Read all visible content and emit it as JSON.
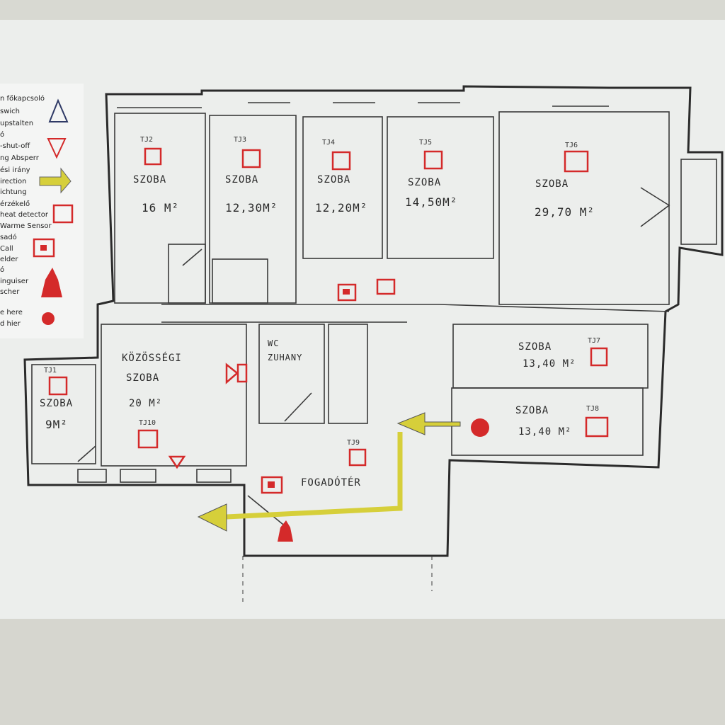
{
  "legend": [
    "n főkapcsoló",
    "swich",
    "upstalten",
    "ó",
    "-shut-off",
    "ng Absperr",
    "ési irány",
    "irection",
    "ichtung",
    "érzékelő",
    "heat detector",
    "Warme Sensor",
    "sadó",
    "Call",
    "elder",
    "ó",
    "inguiser",
    "scher",
    "e here",
    "d hier"
  ],
  "rooms": [
    {
      "name": "SZOBA",
      "area": "16 M²",
      "tag": "TJ2"
    },
    {
      "name": "SZOBA",
      "area": "12,30M²",
      "tag": "TJ3"
    },
    {
      "name": "SZOBA",
      "area": "12,20M²",
      "tag": "TJ4"
    },
    {
      "name": "SZOBA",
      "area": "14,50M²",
      "tag": "TJ5"
    },
    {
      "name": "SZOBA",
      "area": "29,70 M²",
      "tag": "TJ6"
    },
    {
      "name": "SZOBA",
      "area": "13,40 M²",
      "tag": "TJ7"
    },
    {
      "name": "SZOBA",
      "area": "13,40 M²",
      "tag": "TJ8"
    },
    {
      "name": "SZOBA",
      "area": "9M²",
      "tag": "TJ1"
    },
    {
      "name": "KÖZÖSSÉGI",
      "name2": "SZOBA",
      "area": "20 M²",
      "tag": "TJ10"
    },
    {
      "name": "WC",
      "name2": "ZUHANY"
    },
    {
      "name": "FOGADÓTÉR",
      "tag": "TJ9"
    }
  ],
  "colors": {
    "wall": "#2b2b2b",
    "marker": "#d42a2a",
    "arrow": "#d4cc3a"
  }
}
